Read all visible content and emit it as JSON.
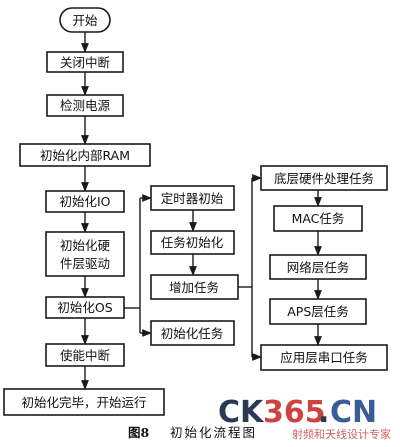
{
  "nodes": {
    "start": "开始",
    "close_int": "关闭中断",
    "detect_power": "检测电源",
    "init_ram": "初始化内部RAM",
    "init_io": "初始化IO",
    "init_hw_1": "初始化硬",
    "init_hw_2": "件层驱动",
    "init_os": "初始化OS",
    "enable_int": "使能中断",
    "init_done": "初始化完毕，开始运行",
    "timer_init": "定时器初始",
    "task_init": "任务初始化",
    "add_task": "增加任务",
    "init_task": "初始化任务",
    "low_hw_task": "底层硬件处理任务",
    "mac_task": "MAC任务",
    "net_task": "网络层任务",
    "aps_task": "APS层任务",
    "app_uart_task": "应用层串口任务"
  },
  "caption": {
    "fig_no": "图8",
    "title": "初始化流程图"
  },
  "watermark": {
    "ck": "CK",
    "num": "365",
    "dot": ".",
    "cn": "CN",
    "sub": "射频和天线设计专家",
    "color_dark": "#1a2a44",
    "color_red": "#cc3333",
    "color_blue": "#2a4f8f"
  }
}
